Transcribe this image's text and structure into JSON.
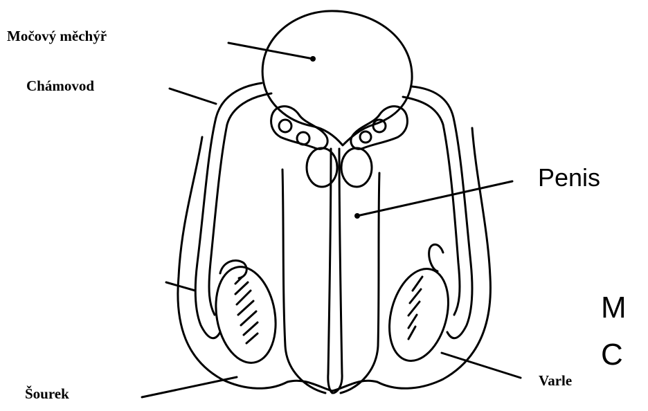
{
  "labels": {
    "bladder": "Močový měchýř",
    "vas_deferens": "Chámovod",
    "penis": "Penis",
    "scrotum": "Šourek",
    "testis": "Varle",
    "partial_line1": "M",
    "partial_line2": "C"
  },
  "colors": {
    "ink": "#000000",
    "background": "#ffffff"
  }
}
